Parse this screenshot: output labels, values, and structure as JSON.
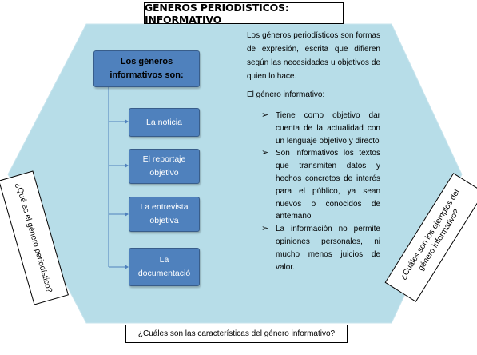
{
  "title": "GENEROS PERIODISTICOS: INFORMATIVO",
  "main_box": "Los géneros informativos son:",
  "sub_boxes": [
    "La noticia",
    "El reportaje objetivo",
    "La entrevista objetiva",
    "La documentació"
  ],
  "paragraph": "Los géneros periodísticos son formas de expresión, escrita que difieren según las necesidades u objetivos de quien lo hace.",
  "informativo_label": "El género informativo:",
  "bullets": [
    "Tiene como objetivo dar cuenta de la actualidad con un lenguaje objetivo y directo",
    "Son informativos los textos que transmiten datos y hechos concretos de interés para el público, ya sean nuevos o conocidos de antemano",
    "La información no permite opiniones personales, ni mucho menos juicios de valor."
  ],
  "bullet_symbol": "➢",
  "question_left": "¿Qué es el género periodístico?",
  "question_right": "¿Cuáles son los ejemplos del género informativo?",
  "question_bottom": "¿Cuáles son las características del género informativo?",
  "colors": {
    "hexagon": "#b7dde8",
    "box_fill": "#4f81bd",
    "box_border": "#385d8a",
    "connector": "#4f81bd"
  }
}
